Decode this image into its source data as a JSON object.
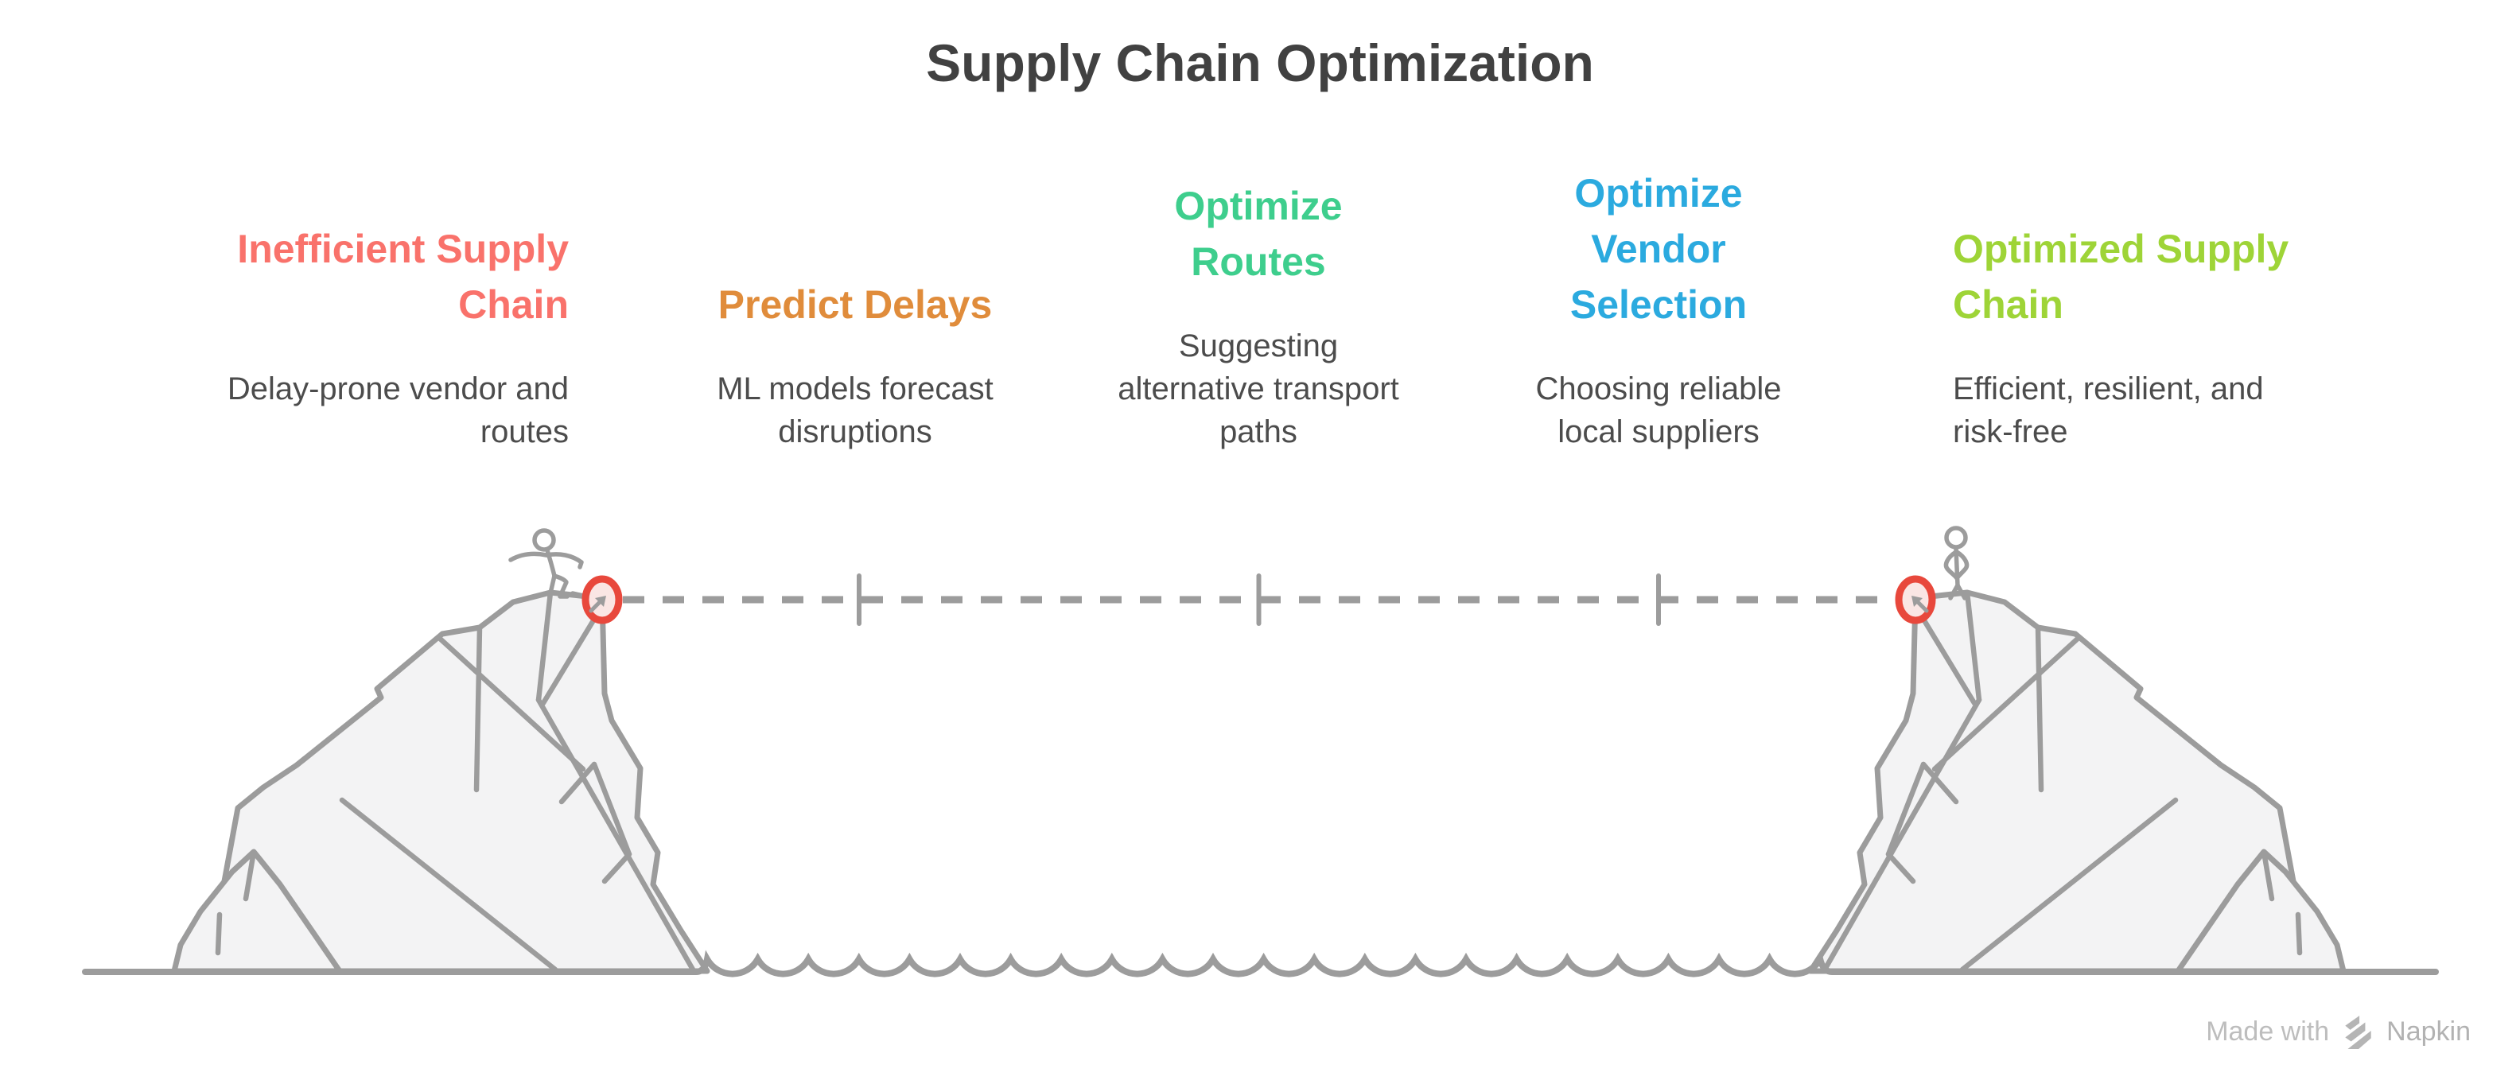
{
  "title": "Supply Chain Optimization",
  "columns": [
    {
      "heading": "Inefficient Supply\nChain",
      "description": "Delay-prone vendor and\nroutes",
      "color": "#F9726B",
      "align": "right"
    },
    {
      "heading": "Predict Delays",
      "description": "ML models forecast\ndisruptions",
      "color": "#E08C3B",
      "align": "center"
    },
    {
      "heading": "Optimize\nRoutes",
      "description": "Suggesting\nalternative transport\npaths",
      "color": "#3ECE8D",
      "align": "center"
    },
    {
      "heading": "Optimize\nVendor\nSelection",
      "description": "Choosing reliable\nlocal suppliers",
      "color": "#2BAADF",
      "align": "center"
    },
    {
      "heading": "Optimized Supply\nChain",
      "description": "Efficient, resilient, and\nrisk-free",
      "color": "#9ED437",
      "align": "left"
    }
  ],
  "illustration": {
    "left_figure": "stick-figure-walking-at-cliff-edge",
    "right_figure": "stick-figure-standing-at-cliff-edge",
    "marker_color": "#E8483C",
    "marker_fill": "#FAE6E4",
    "line_color": "#9C9C9C",
    "cliff_fill": "#F3F3F4",
    "connector_style": "dashed",
    "connector_tick_count": 3
  },
  "footer": {
    "made_with": "Made with",
    "brand": "Napkin"
  },
  "theme": {
    "text_color": "#4C4C4C",
    "title_color": "#414141",
    "footer_color": "#BDBDBD"
  }
}
